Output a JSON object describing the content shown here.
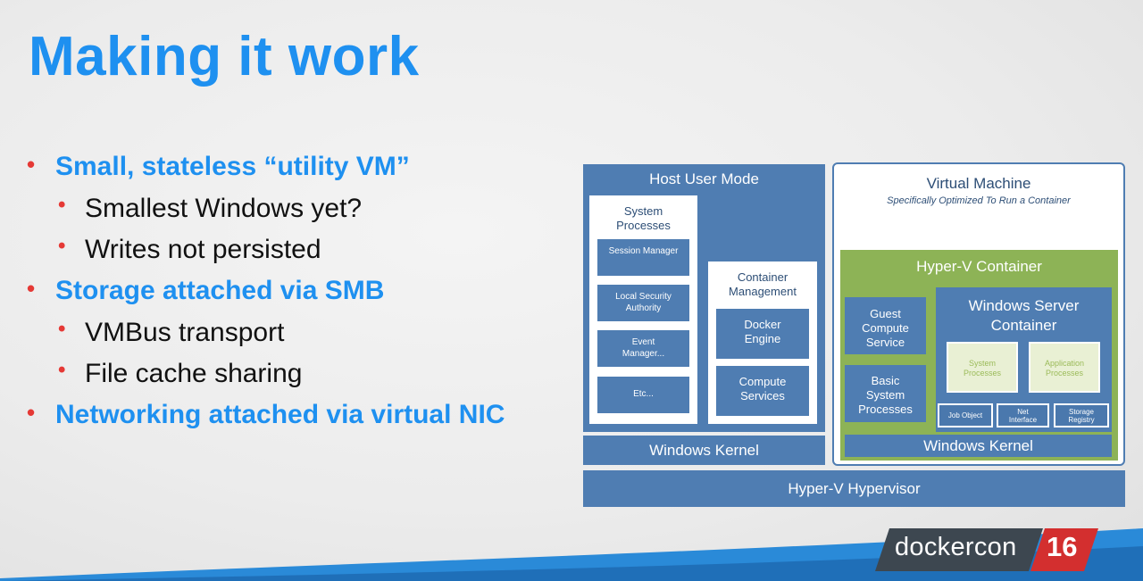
{
  "slide": {
    "title": "Making it work",
    "bullets": [
      {
        "text": "Small, stateless “utility VM”",
        "sub": [
          "Smallest Windows yet?",
          "Writes not persisted"
        ]
      },
      {
        "text": "Storage attached via SMB",
        "sub": [
          "VMBus transport",
          "File cache sharing"
        ]
      },
      {
        "text": "Networking attached via virtual NIC",
        "sub": []
      }
    ]
  },
  "diagram": {
    "host": {
      "title": "Host User Mode",
      "system_processes": {
        "title": "System Processes",
        "items": [
          "Session Manager",
          "Local Security Authority",
          "Event Manager...",
          "Etc..."
        ]
      },
      "container_management": {
        "title": "Container Management",
        "items": [
          "Docker Engine",
          "Compute Services"
        ]
      },
      "kernel": "Windows Kernel"
    },
    "vm": {
      "title": "Virtual Machine",
      "subtitle": "Specifically Optimized To Run a Container",
      "hyperv_container": {
        "title": "Hyper-V Container",
        "left_items": [
          "Guest Compute Service",
          "Basic System Processes"
        ],
        "wsc": {
          "title": "Windows Server Container",
          "processes": [
            "System Processes",
            "Application Processes"
          ],
          "objects": [
            "Job Object",
            "Net Interface",
            "Storage Registry"
          ]
        },
        "kernel": "Windows Kernel"
      }
    },
    "hypervisor": "Hyper-V Hypervisor",
    "colors": {
      "blue": "#4f7db2",
      "green": "#8db356",
      "pale_green": "#e9f0d4",
      "green_text": "#9bbb59"
    }
  },
  "branding": {
    "logo_word": "dockercon",
    "logo_number": "16",
    "logo_icon": "dockercon-logo-icon"
  }
}
